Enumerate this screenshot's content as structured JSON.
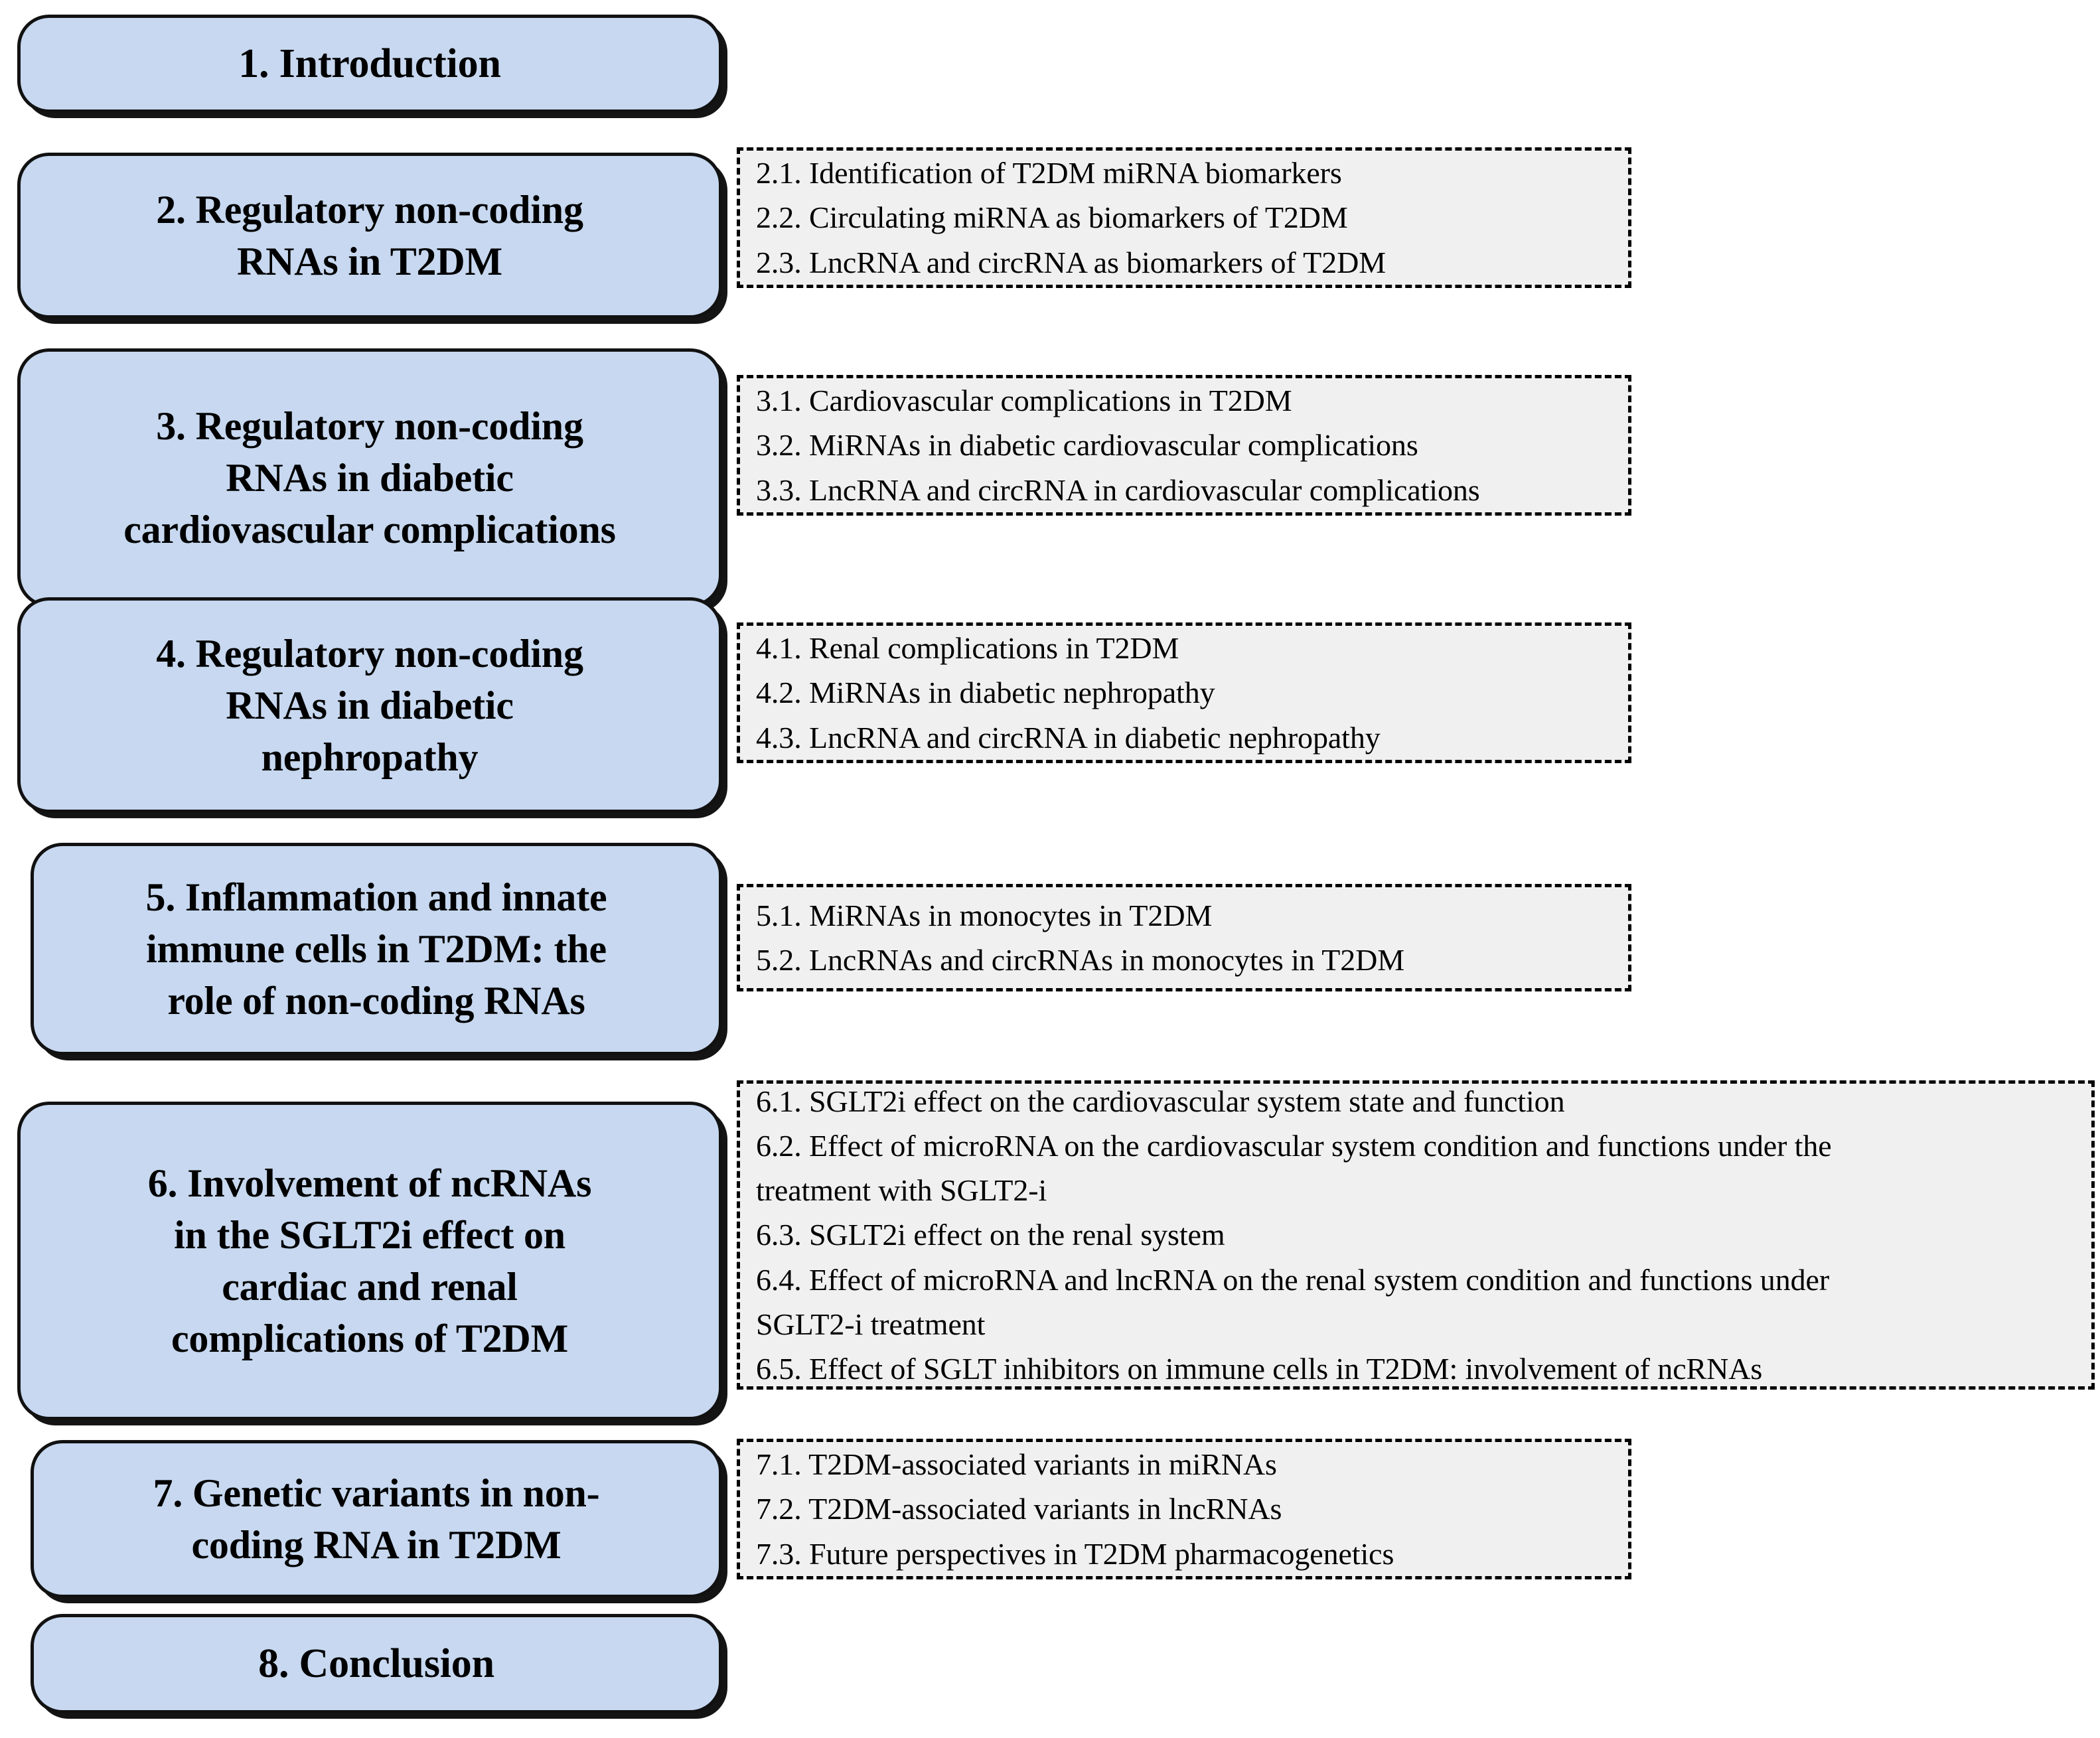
{
  "diagram": {
    "title": "Review article outline: non-coding RNAs in T2DM",
    "colors": {
      "section_box_fill": "#c7d8f0",
      "section_box_border": "#111111",
      "sub_box_fill": "#f0f0f0",
      "sub_box_border": "#000000",
      "text": "#000000",
      "page_background": "#ffffff"
    },
    "sections": [
      {
        "number": "1",
        "label": "1. Introduction",
        "subitems": []
      },
      {
        "number": "2",
        "label": "2. Regulatory non-coding\nRNAs in T2DM",
        "subitems": [
          "2.1. Identification of T2DM miRNA biomarkers",
          "2.2. Circulating miRNA as biomarkers of T2DM",
          "2.3. LncRNA and circRNA as biomarkers of T2DM"
        ]
      },
      {
        "number": "3",
        "label": "3. Regulatory non-coding\nRNAs in diabetic\ncardiovascular complications",
        "subitems": [
          "3.1. Cardiovascular complications in T2DM",
          "3.2. MiRNAs in diabetic cardiovascular complications",
          "3.3. LncRNA and circRNA in cardiovascular complications"
        ]
      },
      {
        "number": "4",
        "label": "4. Regulatory non-coding\nRNAs in diabetic\nnephropathy",
        "subitems": [
          "4.1. Renal complications in T2DM",
          "4.2. MiRNAs in diabetic nephropathy",
          "4.3. LncRNA and circRNA in diabetic nephropathy"
        ]
      },
      {
        "number": "5",
        "label": "5. Inflammation and innate\nimmune cells in T2DM: the\nrole of non-coding RNAs",
        "subitems": [
          "5.1. MiRNAs in monocytes in T2DM",
          "5.2. LncRNAs and circRNAs in monocytes in T2DM"
        ]
      },
      {
        "number": "6",
        "label": "6. Involvement of ncRNAs\nin the SGLT2i effect on\ncardiac and renal\ncomplications of T2DM",
        "subitems": [
          "6.1. SGLT2i effect on the cardiovascular system state and function",
          "6.2. Effect of microRNA on the cardiovascular system condition and functions under the\ntreatment with SGLT2-i",
          "6.3. SGLT2i effect on the renal system",
          "6.4. Effect of microRNA and lncRNA on the renal system condition and functions under\nSGLT2-i treatment",
          "6.5. Effect of SGLT inhibitors on immune cells in T2DM: involvement of ncRNAs"
        ]
      },
      {
        "number": "7",
        "label": "7. Genetic variants in non-\ncoding RNA in T2DM",
        "subitems": [
          "7.1. T2DM-associated variants in miRNAs",
          "7.2. T2DM-associated variants in lncRNAs",
          "7.3. Future perspectives in T2DM pharmacogenetics"
        ]
      },
      {
        "number": "8",
        "label": "8. Conclusion",
        "subitems": []
      }
    ]
  }
}
